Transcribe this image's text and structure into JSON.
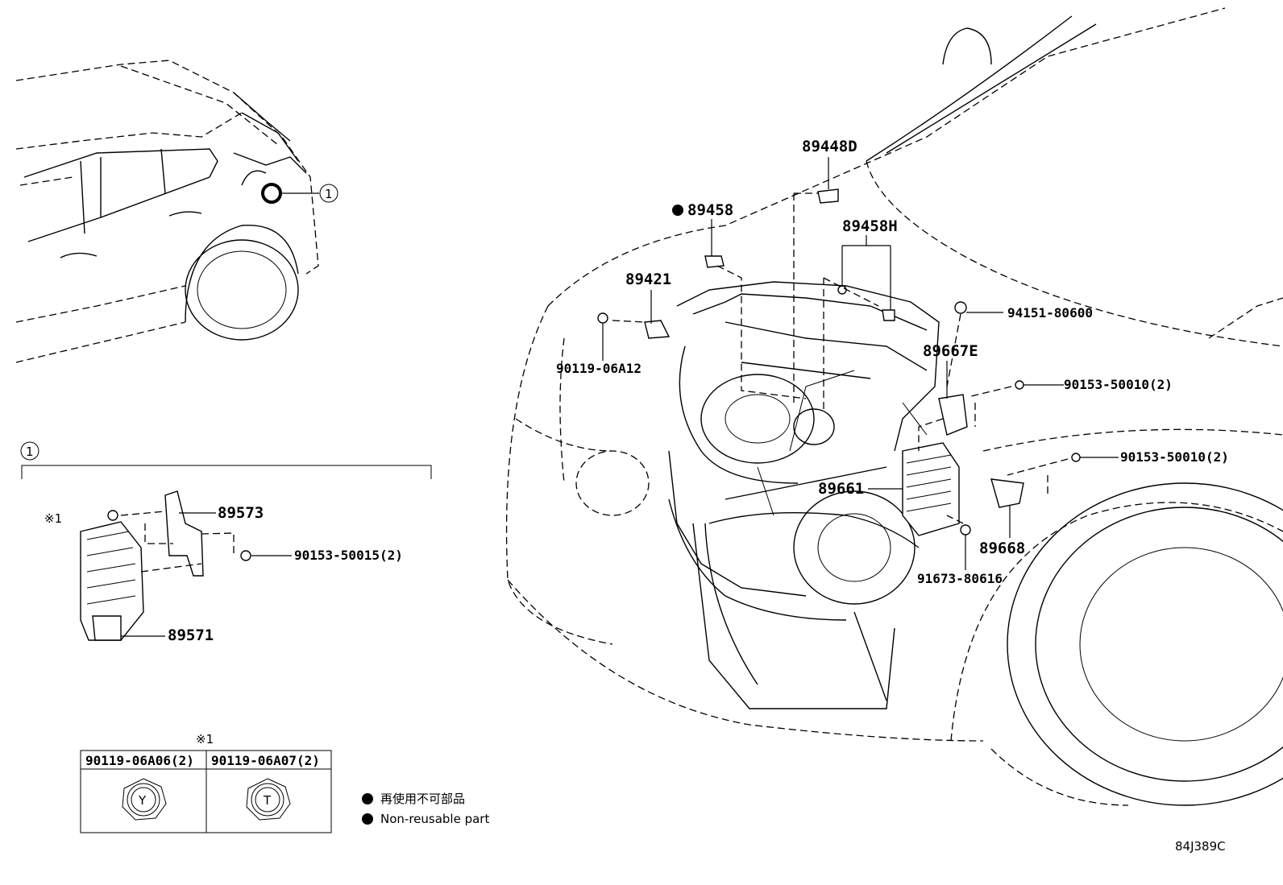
{
  "diagram": {
    "callout_circle_number": "1",
    "parts": {
      "p_89448D": "89448D",
      "p_89458": "89458",
      "p_89458H": "89458H",
      "p_89421": "89421",
      "p_90119_06A12": "90119-06A12",
      "p_94151_80600": "94151-80600",
      "p_89667E": "89667E",
      "p_90153_50010_a": "90153-50010(2)",
      "p_90153_50010_b": "90153-50010(2)",
      "p_89661": "89661",
      "p_89668": "89668",
      "p_91673_80616": "91673-80616",
      "p_89573": "89573",
      "p_90153_50015": "90153-50015(2)",
      "p_89571": "89571"
    },
    "note_marker": "※1",
    "note_table": {
      "header_marker": "※1",
      "col1_part": "90119-06A06(2)",
      "col2_part": "90119-06A07(2)",
      "col1_symbol": "Y",
      "col2_symbol": "T"
    },
    "legend": {
      "line_ja": "再使用不可部品",
      "line_en": "Non-reusable part"
    },
    "illustration_code": "84J389C"
  },
  "colors": {
    "line": "#000000",
    "background": "#ffffff"
  }
}
